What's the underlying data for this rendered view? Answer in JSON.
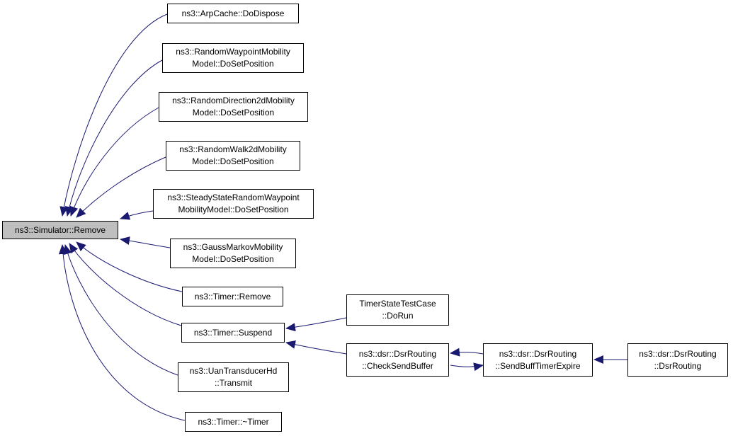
{
  "graph": {
    "edge_color": "#191970",
    "root_fill": "#bfbfbf",
    "nodes": [
      {
        "id": "remove_sim",
        "lines": [
          "ns3::Simulator::Remove"
        ],
        "root": true
      },
      {
        "id": "arpcache",
        "lines": [
          "ns3::ArpCache::DoDispose"
        ]
      },
      {
        "id": "rwp",
        "lines": [
          "ns3::RandomWaypointMobility",
          "Model::DoSetPosition"
        ]
      },
      {
        "id": "rd2d",
        "lines": [
          "ns3::RandomDirection2dMobility",
          "Model::DoSetPosition"
        ]
      },
      {
        "id": "rw2d",
        "lines": [
          "ns3::RandomWalk2dMobility",
          "Model::DoSetPosition"
        ]
      },
      {
        "id": "ssrwp",
        "lines": [
          "ns3::SteadyStateRandomWaypoint",
          "MobilityModel::DoSetPosition"
        ]
      },
      {
        "id": "gauss",
        "lines": [
          "ns3::GaussMarkovMobility",
          "Model::DoSetPosition"
        ]
      },
      {
        "id": "timer_remove",
        "lines": [
          "ns3::Timer::Remove"
        ]
      },
      {
        "id": "timer_suspend",
        "lines": [
          "ns3::Timer::Suspend"
        ]
      },
      {
        "id": "uan",
        "lines": [
          "ns3::UanTransducerHd",
          "::Transmit"
        ]
      },
      {
        "id": "timer_dtor",
        "lines": [
          "ns3::Timer::~Timer"
        ]
      },
      {
        "id": "tstc",
        "lines": [
          "TimerStateTestCase",
          "::DoRun"
        ]
      },
      {
        "id": "csb",
        "lines": [
          "ns3::dsr::DsrRouting",
          "::CheckSendBuffer"
        ]
      },
      {
        "id": "sbte",
        "lines": [
          "ns3::dsr::DsrRouting",
          "::SendBuffTimerExpire"
        ]
      },
      {
        "id": "dsrr",
        "lines": [
          "ns3::dsr::DsrRouting",
          "::DsrRouting"
        ]
      }
    ],
    "edges": [
      {
        "from": "arpcache",
        "to": "remove_sim"
      },
      {
        "from": "rwp",
        "to": "remove_sim"
      },
      {
        "from": "rd2d",
        "to": "remove_sim"
      },
      {
        "from": "rw2d",
        "to": "remove_sim"
      },
      {
        "from": "ssrwp",
        "to": "remove_sim"
      },
      {
        "from": "gauss",
        "to": "remove_sim"
      },
      {
        "from": "timer_remove",
        "to": "remove_sim"
      },
      {
        "from": "timer_suspend",
        "to": "remove_sim"
      },
      {
        "from": "uan",
        "to": "remove_sim"
      },
      {
        "from": "timer_dtor",
        "to": "remove_sim"
      },
      {
        "from": "tstc",
        "to": "timer_suspend"
      },
      {
        "from": "csb",
        "to": "timer_suspend"
      },
      {
        "from": "sbte",
        "to": "csb"
      },
      {
        "from": "csb",
        "to": "sbte"
      },
      {
        "from": "dsrr",
        "to": "sbte"
      }
    ]
  }
}
